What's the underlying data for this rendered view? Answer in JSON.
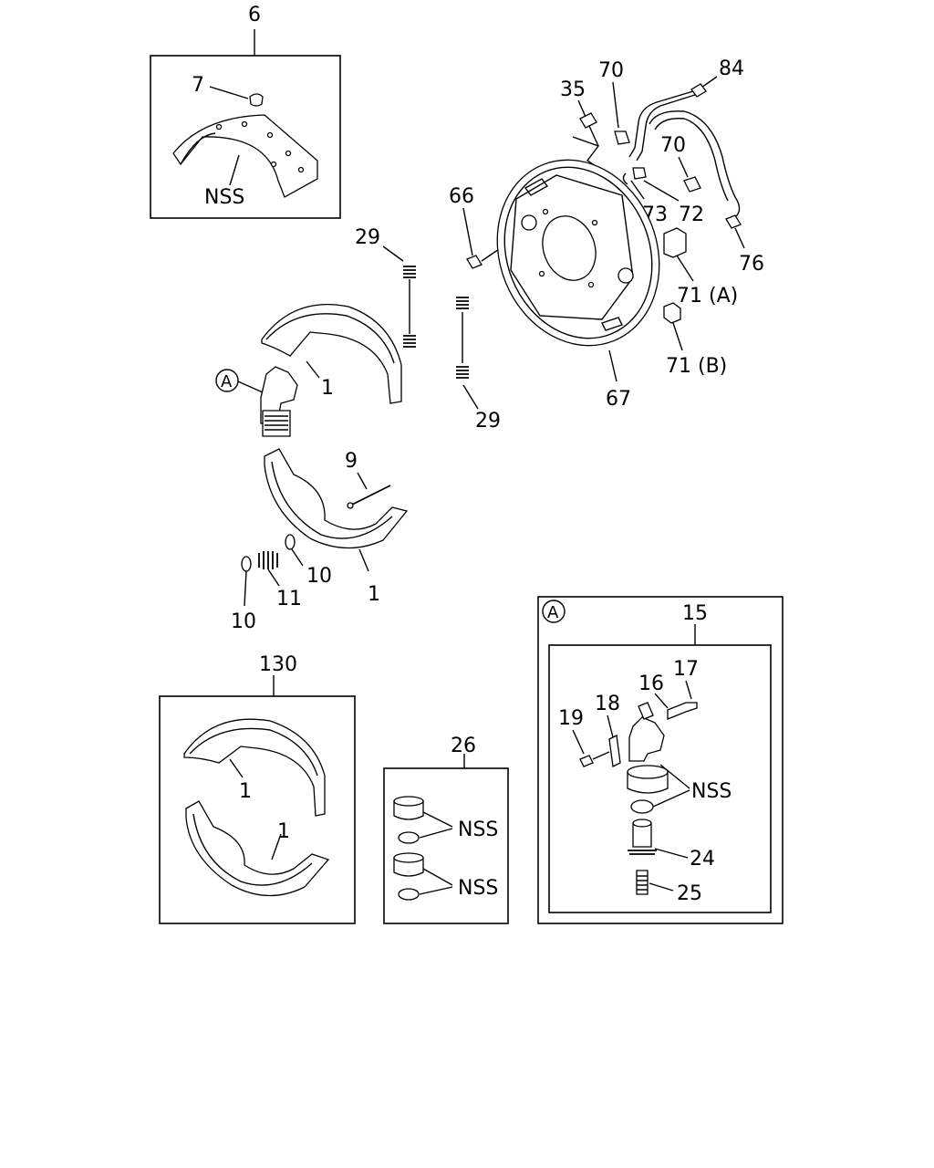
{
  "callouts": {
    "c6": "6",
    "c7": "7",
    "nss_top": "NSS",
    "c29a": "29",
    "c29b": "29",
    "c1a": "1",
    "c1b": "1",
    "circA": "A",
    "c9": "9",
    "c10a": "10",
    "c10b": "10",
    "c11": "11",
    "c35": "35",
    "c70a": "70",
    "c70b": "70",
    "c84": "84",
    "c66": "66",
    "c73": "73",
    "c72": "72",
    "c76": "76",
    "c71a": "71 (A)",
    "c71b": "71 (B)",
    "c67": "67",
    "c130": "130",
    "c1c": "1",
    "c1d": "1",
    "c26": "26",
    "nss_26a": "NSS",
    "nss_26b": "NSS",
    "circA2": "A",
    "c15": "15",
    "c16": "16",
    "c17": "17",
    "c18": "18",
    "c19": "19",
    "nss_15": "NSS",
    "c24": "24",
    "c25": "25"
  }
}
